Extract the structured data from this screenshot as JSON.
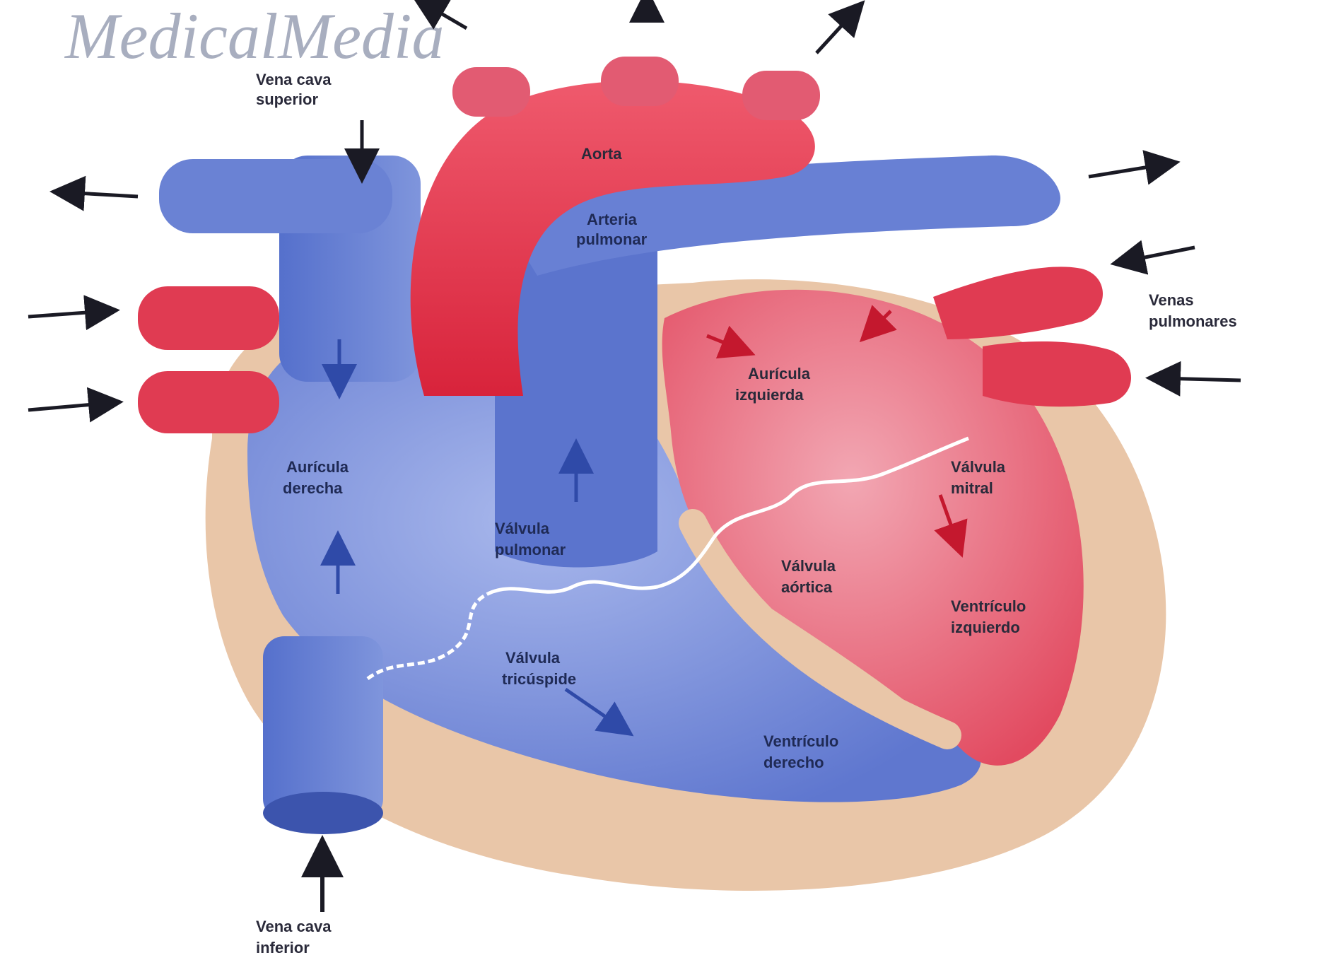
{
  "watermark": {
    "text": "MedicalMedia"
  },
  "colors": {
    "deoxygenated_blue": "#6f86d6",
    "deoxygenated_dark": "#4a64c4",
    "oxygenated_red": "#e8394d",
    "myocardium_pink": "#ec8a9a",
    "pericardium_tan": "#e9c6a8",
    "valve_white": "#ffffff",
    "arrow_dark": "#1a1a24"
  },
  "labels": {
    "superior_vena_cava": [
      "Vena cava",
      "superior"
    ],
    "aorta": "Aorta",
    "pulmonary_artery": [
      "Arteria",
      "pulmonar"
    ],
    "pulmonary_veins": [
      "Venas",
      "pulmonares"
    ],
    "left_atrium": [
      "Aurícula",
      "izquierda"
    ],
    "right_atrium": [
      "Aurícula",
      "derecha"
    ],
    "mitral_valve": [
      "Válvula",
      "mitral"
    ],
    "pulmonary_valve": [
      "Válvula",
      "pulmonar"
    ],
    "aortic_valve": [
      "Válvula",
      "aórtica"
    ],
    "left_ventricle": [
      "Ventrículo",
      "izquierdo"
    ],
    "tricuspid_valve": [
      "Válvula",
      "tricúspide"
    ],
    "right_ventricle": [
      "Ventrículo",
      "derecho"
    ],
    "inferior_vena_cava": [
      "Vena cava",
      "inferior"
    ]
  }
}
